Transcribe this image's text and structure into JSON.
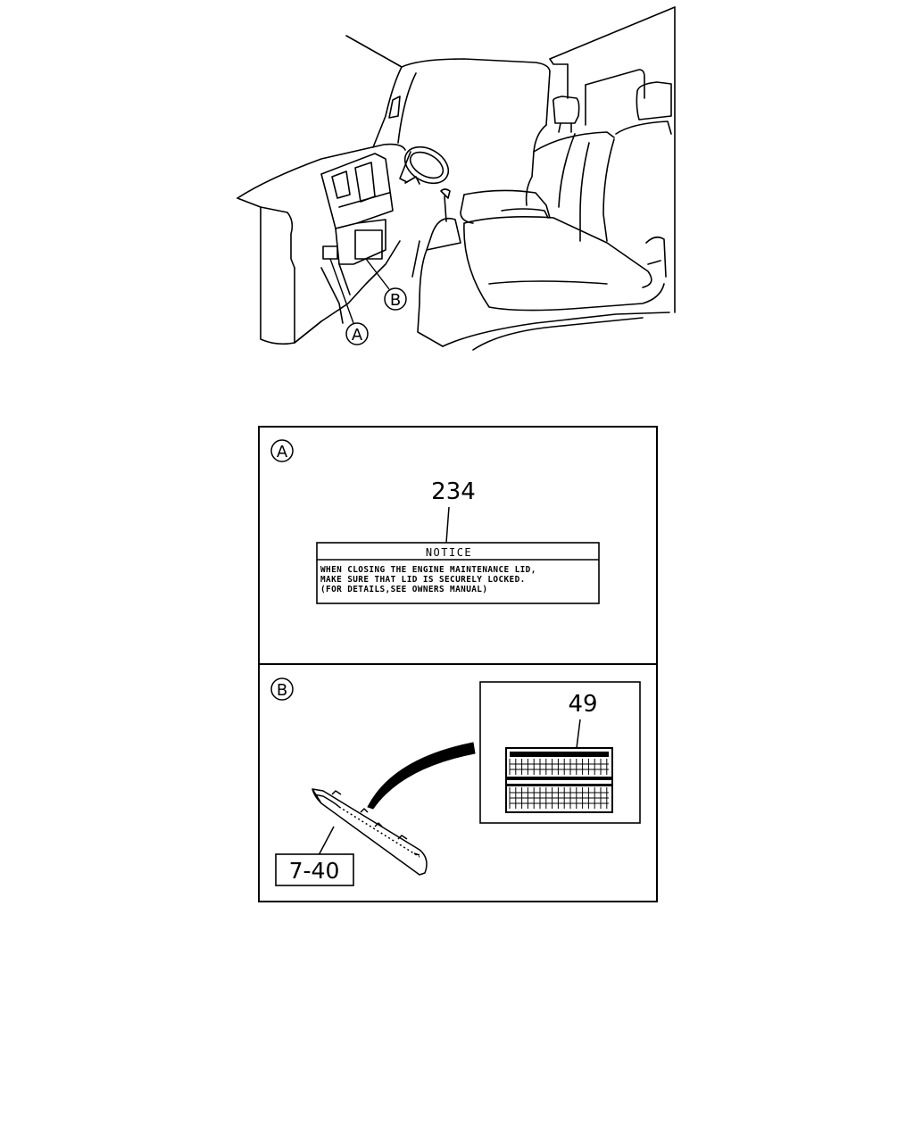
{
  "callouts": {
    "a": "A",
    "b": "B"
  },
  "panel_a": {
    "marker": "A",
    "part_number": "234",
    "label": {
      "heading": "NOTICE",
      "lines": [
        "WHEN CLOSING THE ENGINE MAINTENANCE LID,",
        "MAKE SURE THAT LID IS SECURELY LOCKED.",
        "(FOR DETAILS,SEE OWNERS MANUAL)"
      ]
    }
  },
  "panel_b": {
    "marker": "B",
    "part_number": "49",
    "reference": "7-40"
  }
}
